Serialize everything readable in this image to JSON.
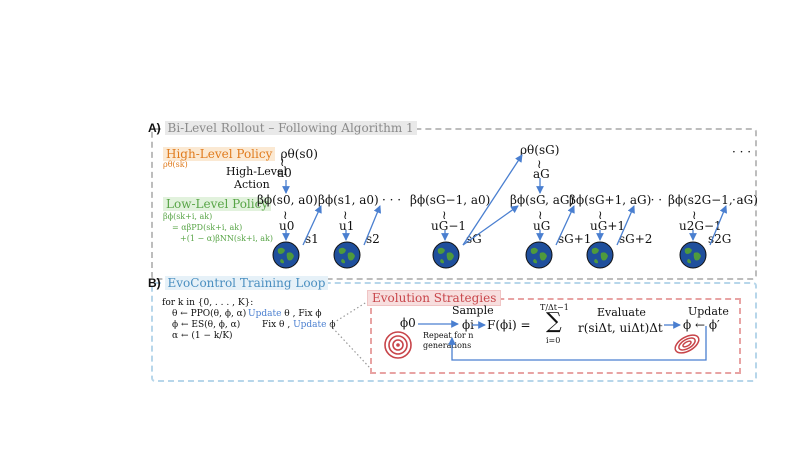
{
  "panelA": {
    "letter": "A)",
    "title": "Bi-Level Rollout – Following Algorithm 1",
    "high_label": "High-Level Policy",
    "high_rho": "ρθ(s0)",
    "high_left_small": "ρθ(sk)",
    "high_action_sym": "a0",
    "high_action_label_1": "High-Level",
    "high_action_label_2": "Action",
    "rho_G": "ρθ(sG)",
    "aG": "aG",
    "tilde": "≀",
    "low_label": "Low-Level Policy",
    "low_eqs": [
      "βϕ(sk+i, ak)",
      "= αβPD(sk+i, ak)",
      "+(1 − α)βNN(sk+i, ak)"
    ],
    "betas": [
      "βϕ(s0, a0)",
      "βϕ(s1, a0)",
      "βϕ(sG−1, a0)",
      "βϕ(sG, aG)",
      "βϕ(sG+1, aG)",
      "βϕ(s2G−1, aG)"
    ],
    "controls": [
      "u0",
      "u1",
      "uG−1",
      "uG",
      "uG+1",
      "u2G−1"
    ],
    "states": [
      "s1",
      "s2",
      "sG",
      "sG+1",
      "sG+2",
      "s2G"
    ],
    "dots": "· · ·"
  },
  "panelB": {
    "letter": "B)",
    "title": "EvoControl Training Loop",
    "algo": [
      "for k in {0, . . . , K}:",
      "θ ← PPO(θ, ϕ, α)",
      "ϕ ← ES(θ, ϕ, α)",
      "α ← (1 − k/K)"
    ],
    "update_label": "Update",
    "fix_phi": ", Fix ϕ",
    "fix_theta": "Fix θ ,",
    "update_phi_word": "Update",
    "update_phi_sym": "ϕ",
    "theta_sym": "θ"
  },
  "es": {
    "title": "Evolution Strategies",
    "phi0": "ϕ0",
    "sample": "Sample",
    "phi_i": "ϕi",
    "F": "F(ϕi) =",
    "sum_top": "T/Δt−1",
    "sum_sym": "∑",
    "sum_bot": "i=0",
    "evaluate": "Evaluate",
    "reward": "r(siΔt, uiΔt)Δt",
    "update": "Update",
    "phi_update": "ϕ ← ϕ′",
    "repeat_1": "Repeat for n",
    "repeat_2": "generations"
  },
  "colors": {
    "orange": "#e07b1d",
    "green": "#58a547",
    "blue": "#4a7fd0",
    "red": "#c8454a",
    "ocean": "#1f4f9c",
    "land": "#4f9a3c"
  }
}
